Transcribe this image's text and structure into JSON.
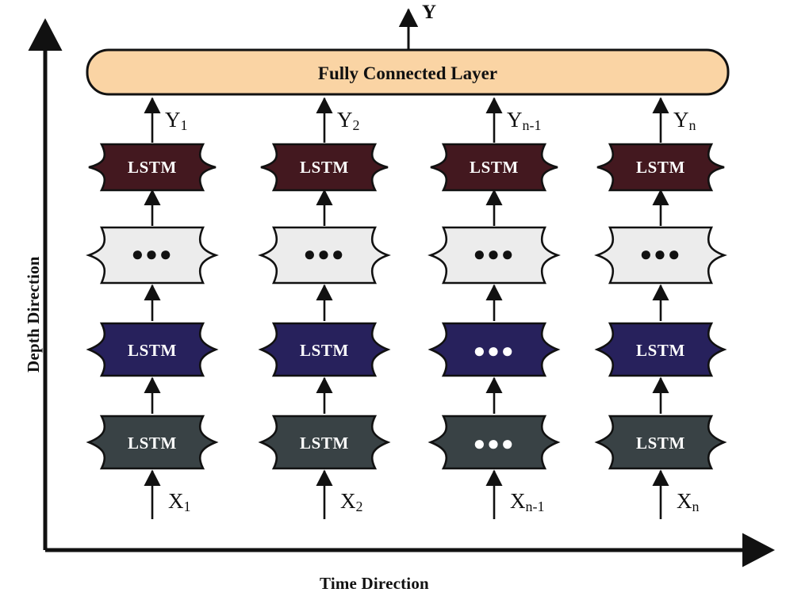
{
  "figure": {
    "type": "stacked-lstm-architecture-diagram",
    "axes": {
      "y_label": "Depth Direction",
      "x_label": "Time Direction"
    },
    "output": {
      "label": "Y"
    },
    "fully_connected": {
      "label": "Fully Connected Layer",
      "color": "#fad4a4"
    },
    "columns": [
      {
        "input": "X",
        "input_sub": "1",
        "output": "Y",
        "output_sub": "1"
      },
      {
        "input": "X",
        "input_sub": "2",
        "output": "Y",
        "output_sub": "2"
      },
      {
        "input": "X",
        "input_sub": "n-1",
        "output": "Y",
        "output_sub": "n-1"
      },
      {
        "input": "X",
        "input_sub": "n",
        "output": "Y",
        "output_sub": "n"
      }
    ],
    "rows": [
      {
        "name": "top-lstm-row",
        "color": "#43181f",
        "text_color": "#ffffff",
        "cells": [
          "LSTM",
          "LSTM",
          "LSTM",
          "LSTM"
        ]
      },
      {
        "name": "ellipsis-row",
        "color": "#ececec",
        "text_color": "#111111",
        "cells": [
          "●●●",
          "●●●",
          "●●●",
          "●●●"
        ]
      },
      {
        "name": "middle-lstm-row",
        "color": "#27215c",
        "text_color": "#ffffff",
        "cells": [
          "LSTM",
          "LSTM",
          "●●●",
          "LSTM"
        ]
      },
      {
        "name": "bottom-lstm-row",
        "color": "#394245",
        "text_color": "#ffffff",
        "cells": [
          "LSTM",
          "LSTM",
          "●●●",
          "LSTM"
        ]
      }
    ],
    "colors": {
      "stroke": "#111111",
      "maroon": "#43181f",
      "navy": "#27215c",
      "slate": "#394245",
      "lightgray": "#ececec",
      "peach": "#fad4a4",
      "background": "#ffffff"
    }
  }
}
